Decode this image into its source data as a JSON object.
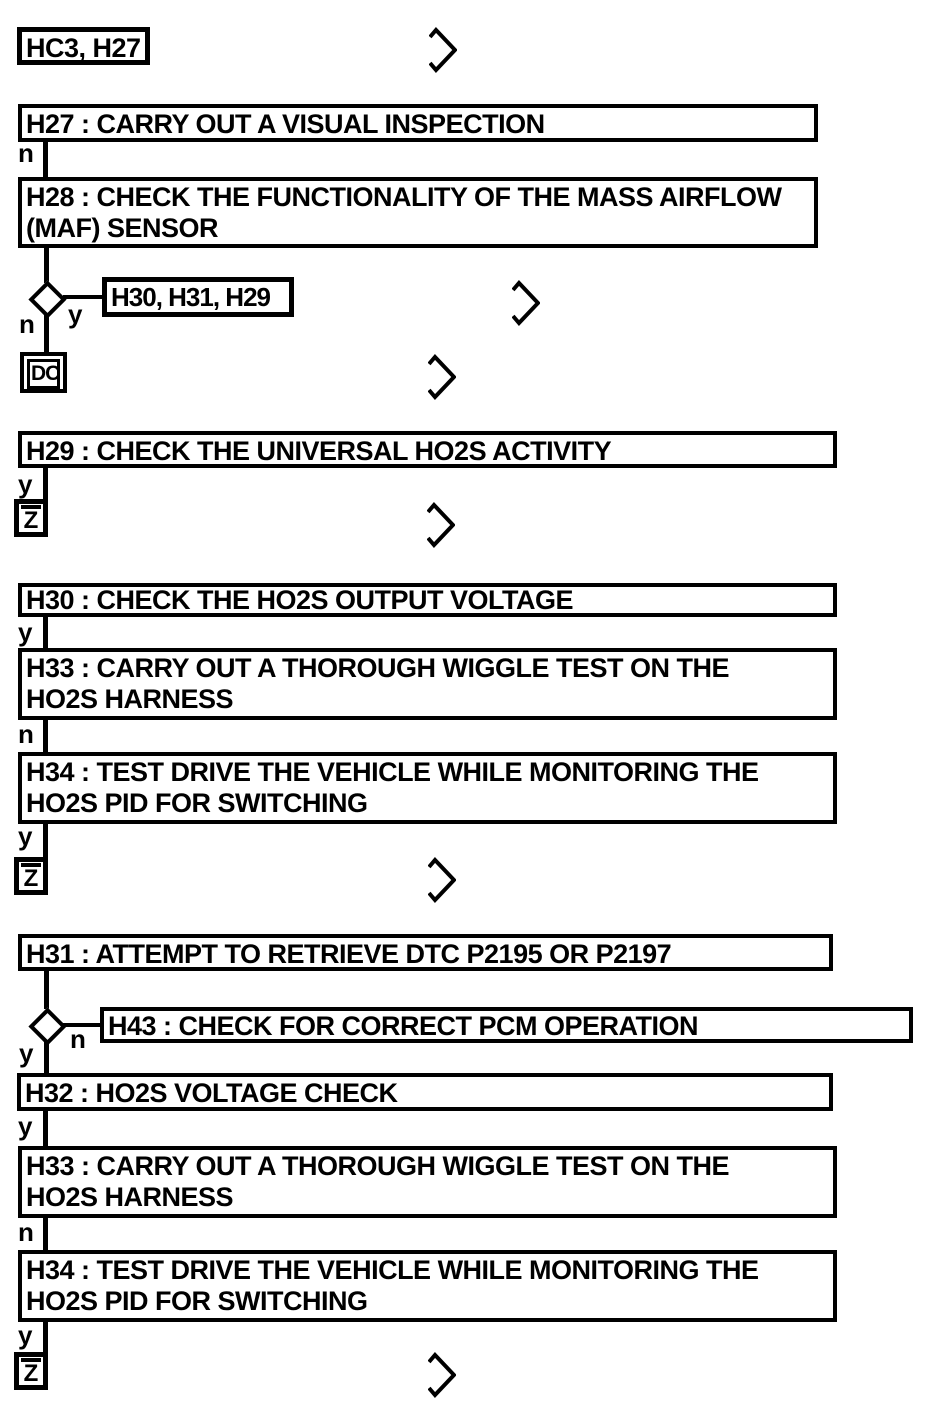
{
  "flowchart": {
    "entry": {
      "label": "HC3, H27"
    },
    "jump_link": {
      "label": "H30, H31, H29"
    },
    "dc_link": {
      "label": "DC"
    },
    "z_link": {
      "label": "Z"
    },
    "branch": {
      "yes": "y",
      "no": "n"
    },
    "steps": {
      "h27": {
        "title": "H27 : CARRY OUT A VISUAL INSPECTION"
      },
      "h28": {
        "line1": "H28 : CHECK THE FUNCTIONALITY OF THE MASS AIRFLOW",
        "line2": "(MAF) SENSOR"
      },
      "h29": {
        "title": "H29 : CHECK THE UNIVERSAL HO2S ACTIVITY"
      },
      "h30": {
        "title": "H30 : CHECK THE HO2S OUTPUT VOLTAGE"
      },
      "h33": {
        "line1": "H33 : CARRY OUT A THOROUGH WIGGLE TEST ON THE",
        "line2": "HO2S HARNESS"
      },
      "h34": {
        "line1": "H34 : TEST DRIVE THE VEHICLE WHILE MONITORING THE",
        "line2": "HO2S PID FOR SWITCHING"
      },
      "h31": {
        "title": "H31 : ATTEMPT TO RETRIEVE DTC P2195 OR P2197"
      },
      "h43": {
        "title": "H43 : CHECK FOR CORRECT PCM OPERATION"
      },
      "h32": {
        "title": "H32 : HO2S VOLTAGE CHECK"
      }
    },
    "colors": {
      "line": "#000000",
      "background": "#ffffff"
    }
  }
}
